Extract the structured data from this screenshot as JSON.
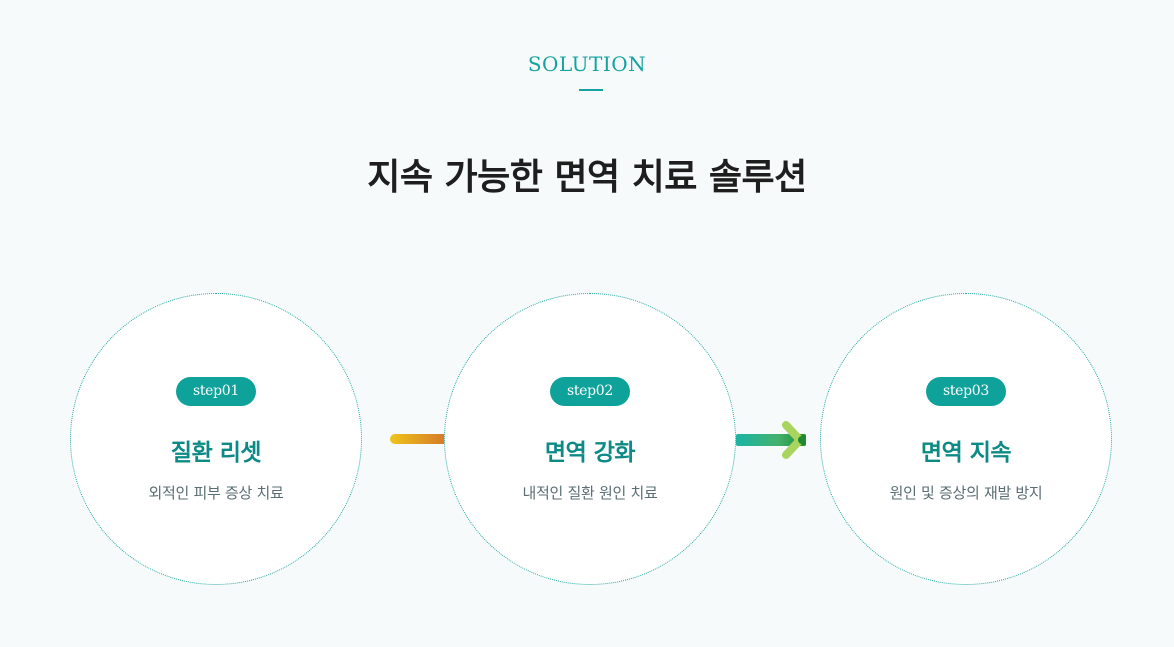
{
  "section": {
    "eyebrow": "SOLUTION",
    "headline": "지속 가능한 면역 치료 솔루션"
  },
  "steps": [
    {
      "badge": "step01",
      "title": "질환 리셋",
      "description": "외적인 피부 증상 치료"
    },
    {
      "badge": "step02",
      "title": "면역 강화",
      "description": "내적인 질환 원인 치료"
    },
    {
      "badge": "step03",
      "title": "면역 지속",
      "description": "원인 및 증상의 재발 방지"
    }
  ],
  "colors": {
    "accent": "#14a3a0",
    "badge": "#0fa29b",
    "title": "#0c8a86",
    "headline": "#1e1e1e",
    "description": "#5b6e72",
    "background": "#f6fafb"
  },
  "icons": {
    "connector_1": "gradient-bar",
    "connector_2": "gradient-arrow-right-icon"
  }
}
